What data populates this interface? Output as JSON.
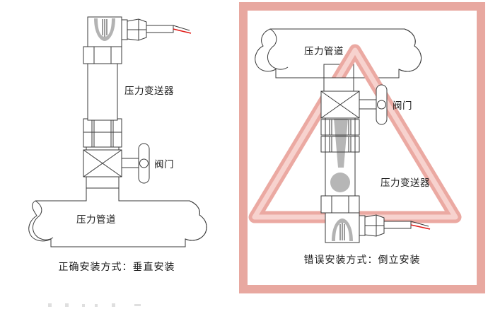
{
  "panels": [
    {
      "id": "correct",
      "caption": "正确安装方式：垂直安装",
      "labels": {
        "transmitter": "压力变送器",
        "valve": "阀门",
        "pipeline": "压力管道"
      }
    },
    {
      "id": "wrong",
      "caption": "错误安装方式：倒立安装",
      "labels": {
        "transmitter": "压力变送器",
        "valve": "阀门",
        "pipeline": "压力管道"
      },
      "warning": {
        "shape": "warning-triangle",
        "mark": "exclamation-mark"
      }
    }
  ],
  "colors": {
    "warning_frame": "#e8a8a0",
    "triangle_outer": "#eba9a2",
    "triangle_inner": "#f7d2ce",
    "line": "#3a3a3a",
    "wire_red": "#e01b18",
    "exclamation_gray": "#9a9a9a",
    "background": "#ffffff"
  }
}
